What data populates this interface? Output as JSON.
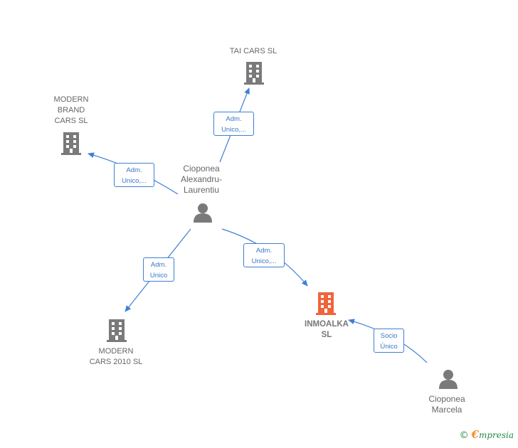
{
  "nodes": {
    "tai_cars": "TAI CARS  SL",
    "modern_brand": "MODERN\nBRAND\nCARS  SL",
    "person_main": "Cioponea\nAlexandru-\nLaurentiu",
    "modern_2010": "MODERN\nCARS 2010  SL",
    "inmoalka": "INMOALKA\nSL",
    "person_marcela": "Cioponea\nMarcela"
  },
  "edges": {
    "to_tai": "Adm.\nUnico,...",
    "to_modern_brand": "Adm.\nUnico,...",
    "to_modern_2010": "Adm.\nUnico",
    "to_inmoalka": "Adm.\nUnico,...",
    "marcela_to_inmoalka": "Socio\nÚnico"
  },
  "colors": {
    "company": "#7a7a7a",
    "company_highlight": "#f0643c",
    "person": "#7a7a7a",
    "edge": "#3f7fd6"
  },
  "watermark": {
    "copyright": "©",
    "e": "€",
    "rest": "mpresia"
  }
}
